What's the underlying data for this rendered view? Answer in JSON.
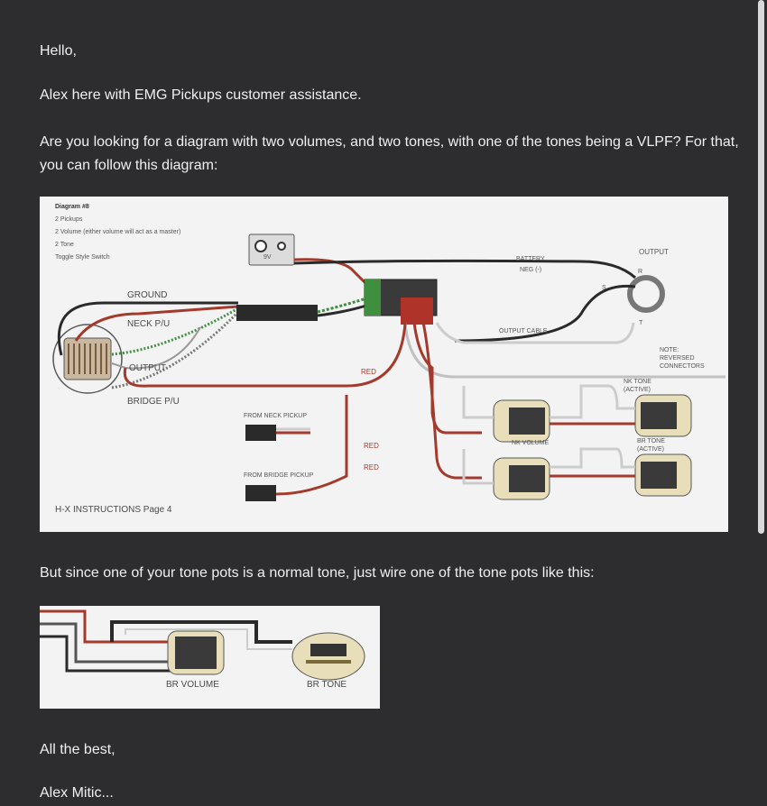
{
  "email": {
    "greeting": "Hello,",
    "intro": "Alex here with EMG Pickups customer assistance.",
    "question_line1": "Are you looking for a diagram with two volumes, and two tones, with one of the tones being a VLPF? For that,",
    "question_line2": "you can follow this diagram:",
    "followup": "But since one of your tone pots is a normal tone, just wire one of the tone pots like this:",
    "closing": "All the best,",
    "signature_partial": "Alex Mitic..."
  },
  "diagram1": {
    "title": "Diagram #8",
    "specs": [
      "2 Pickups",
      "2 Volume (either volume will act as a master)",
      "2 Tone",
      "Toggle Style Switch"
    ],
    "battery_label": "9V",
    "battery_line1": "BATTERY",
    "battery_line2": "NEG (-)",
    "output_label": "OUTPUT",
    "jack_r": "R",
    "jack_s": "S",
    "jack_t": "T",
    "output_cable": "OUTPUT CABLE",
    "ground": "GROUND",
    "neck_pu": "NECK P/U",
    "output_wire": "OUTPUT",
    "bridge_pu": "BRIDGE P/U",
    "red_1": "RED",
    "red_2": "RED",
    "red_3": "RED",
    "from_neck": "FROM NECK PICKUP",
    "from_bridge": "FROM BRIDGE PICKUP",
    "nk_volume": "NK VOLUME",
    "note_line1": "NOTE:",
    "note_line2": "REVERSED",
    "note_line3": "CONNECTORS",
    "nk_tone_line1": "NK TONE",
    "nk_tone_line2": "(ACTIVE)",
    "br_tone_line1": "BR TONE",
    "br_tone_line2": "(ACTIVE)",
    "footer": "H-X INSTRUCTIONS Page 4"
  },
  "diagram2": {
    "br_volume": "BR VOLUME",
    "br_tone": "BR TONE"
  },
  "colors": {
    "background": "#2d2d2f",
    "text": "#f0f0f0",
    "wire_red": "#a33a2c",
    "wire_black": "#2a2a2a",
    "wire_green": "#3f8f3f",
    "pot_body": "#e8dfba"
  }
}
